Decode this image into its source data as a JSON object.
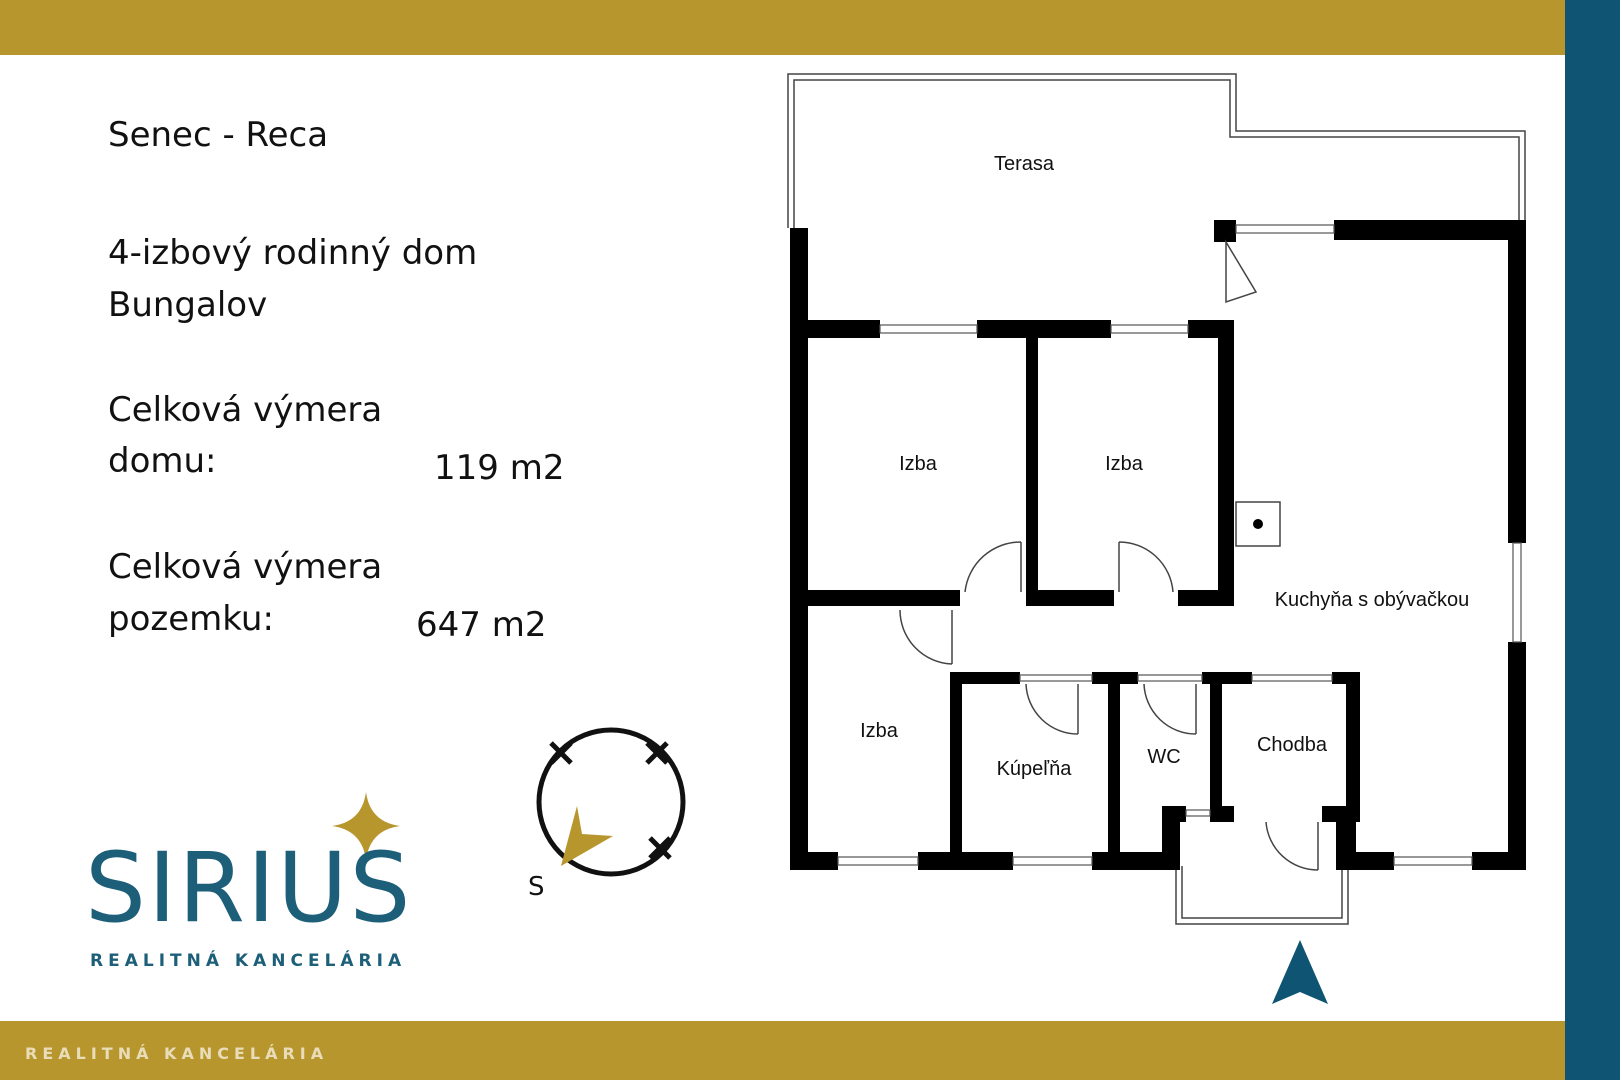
{
  "listing": {
    "location": "Senec - Reca",
    "type_line1": "4-izbový rodinný dom",
    "type_line2": "Bungalov",
    "house_area_label_line1": "Celková výmera",
    "house_area_label_line2": "domu:",
    "house_area_value": "119 m2",
    "plot_area_label_line1": "Celková výmera",
    "plot_area_label_line2": "pozemku:",
    "plot_area_value": "647 m2"
  },
  "compass": {
    "label": "S"
  },
  "brand": {
    "name": "SIRIUS",
    "tagline": "REALITNÁ KANCELÁRIA",
    "footer_tagline": "REALITNÁ KANCELÁRIA",
    "gold": "#b8962e",
    "navy": "#0f5573",
    "logo_blue": "#1d5f79"
  },
  "floorplan": {
    "rooms": {
      "terrace": "Terasa",
      "room_1": "Izba",
      "room_2": "Izba",
      "room_3": "Izba",
      "kitchen_living": "Kuchyňa s obývačkou",
      "bathroom": "Kúpeľňa",
      "wc": "WC",
      "hallway": "Chodba"
    }
  }
}
